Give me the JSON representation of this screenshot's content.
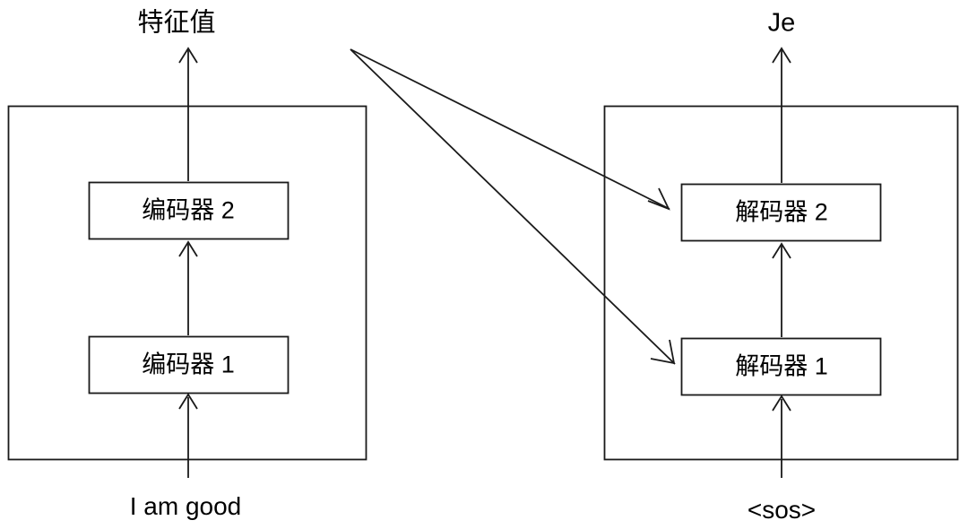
{
  "diagram": {
    "title_left": "特征值",
    "title_right": "Je",
    "input_left": "I am good",
    "input_right": "<sos>",
    "stroke_color": "#1a1a1a",
    "background_color": "#ffffff",
    "encoder_stack": {
      "container_name": "encoder-stack",
      "blocks": [
        {
          "label": "编码器 2",
          "name": "encoder-2"
        },
        {
          "label": "编码器 1",
          "name": "encoder-1"
        }
      ]
    },
    "decoder_stack": {
      "container_name": "decoder-stack",
      "blocks": [
        {
          "label": "解码器 2",
          "name": "decoder-2"
        },
        {
          "label": "解码器 1",
          "name": "decoder-1"
        }
      ]
    },
    "connections": [
      {
        "name": "encoder-to-decoder-2",
        "from": "encoder-output",
        "to": "decoder-2"
      },
      {
        "name": "encoder-to-decoder-1",
        "from": "encoder-output",
        "to": "decoder-1"
      }
    ]
  }
}
